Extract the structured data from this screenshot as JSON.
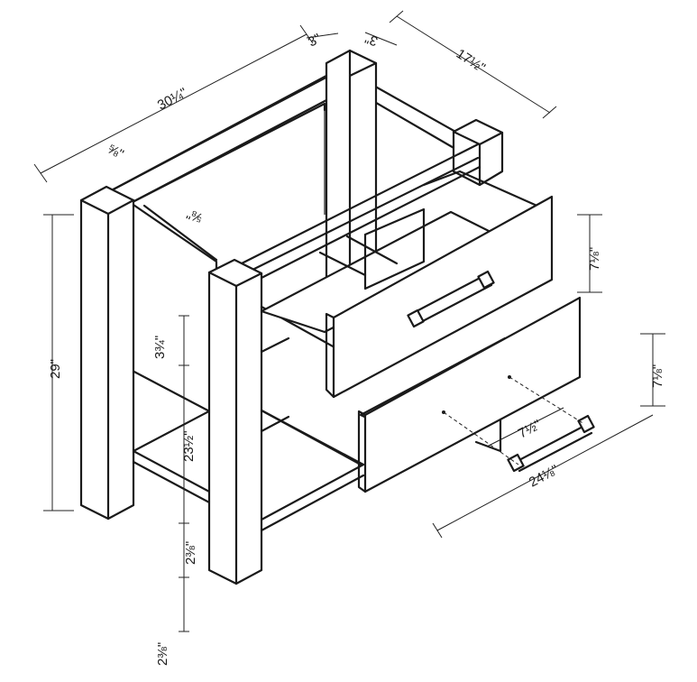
{
  "dimensions": {
    "width_top": "30¼\"",
    "post_width_top": "3\"",
    "post_depth_top": "3\"",
    "depth_top": "17½\"",
    "panel_thickness_upper": "⅝\"",
    "panel_thickness_inner": "⅝\"",
    "height_total": "29\"",
    "side_gap": "3¾\"",
    "opening_height": "23½\"",
    "shelf_gap": "2⅜\"",
    "foot_gap": "2⅜\"",
    "drawer_top_height": "7⅛\"",
    "drawer_bottom_height": "7⅛\"",
    "pull_spacing": "7½\"",
    "drawer_width": "24⅛\""
  }
}
